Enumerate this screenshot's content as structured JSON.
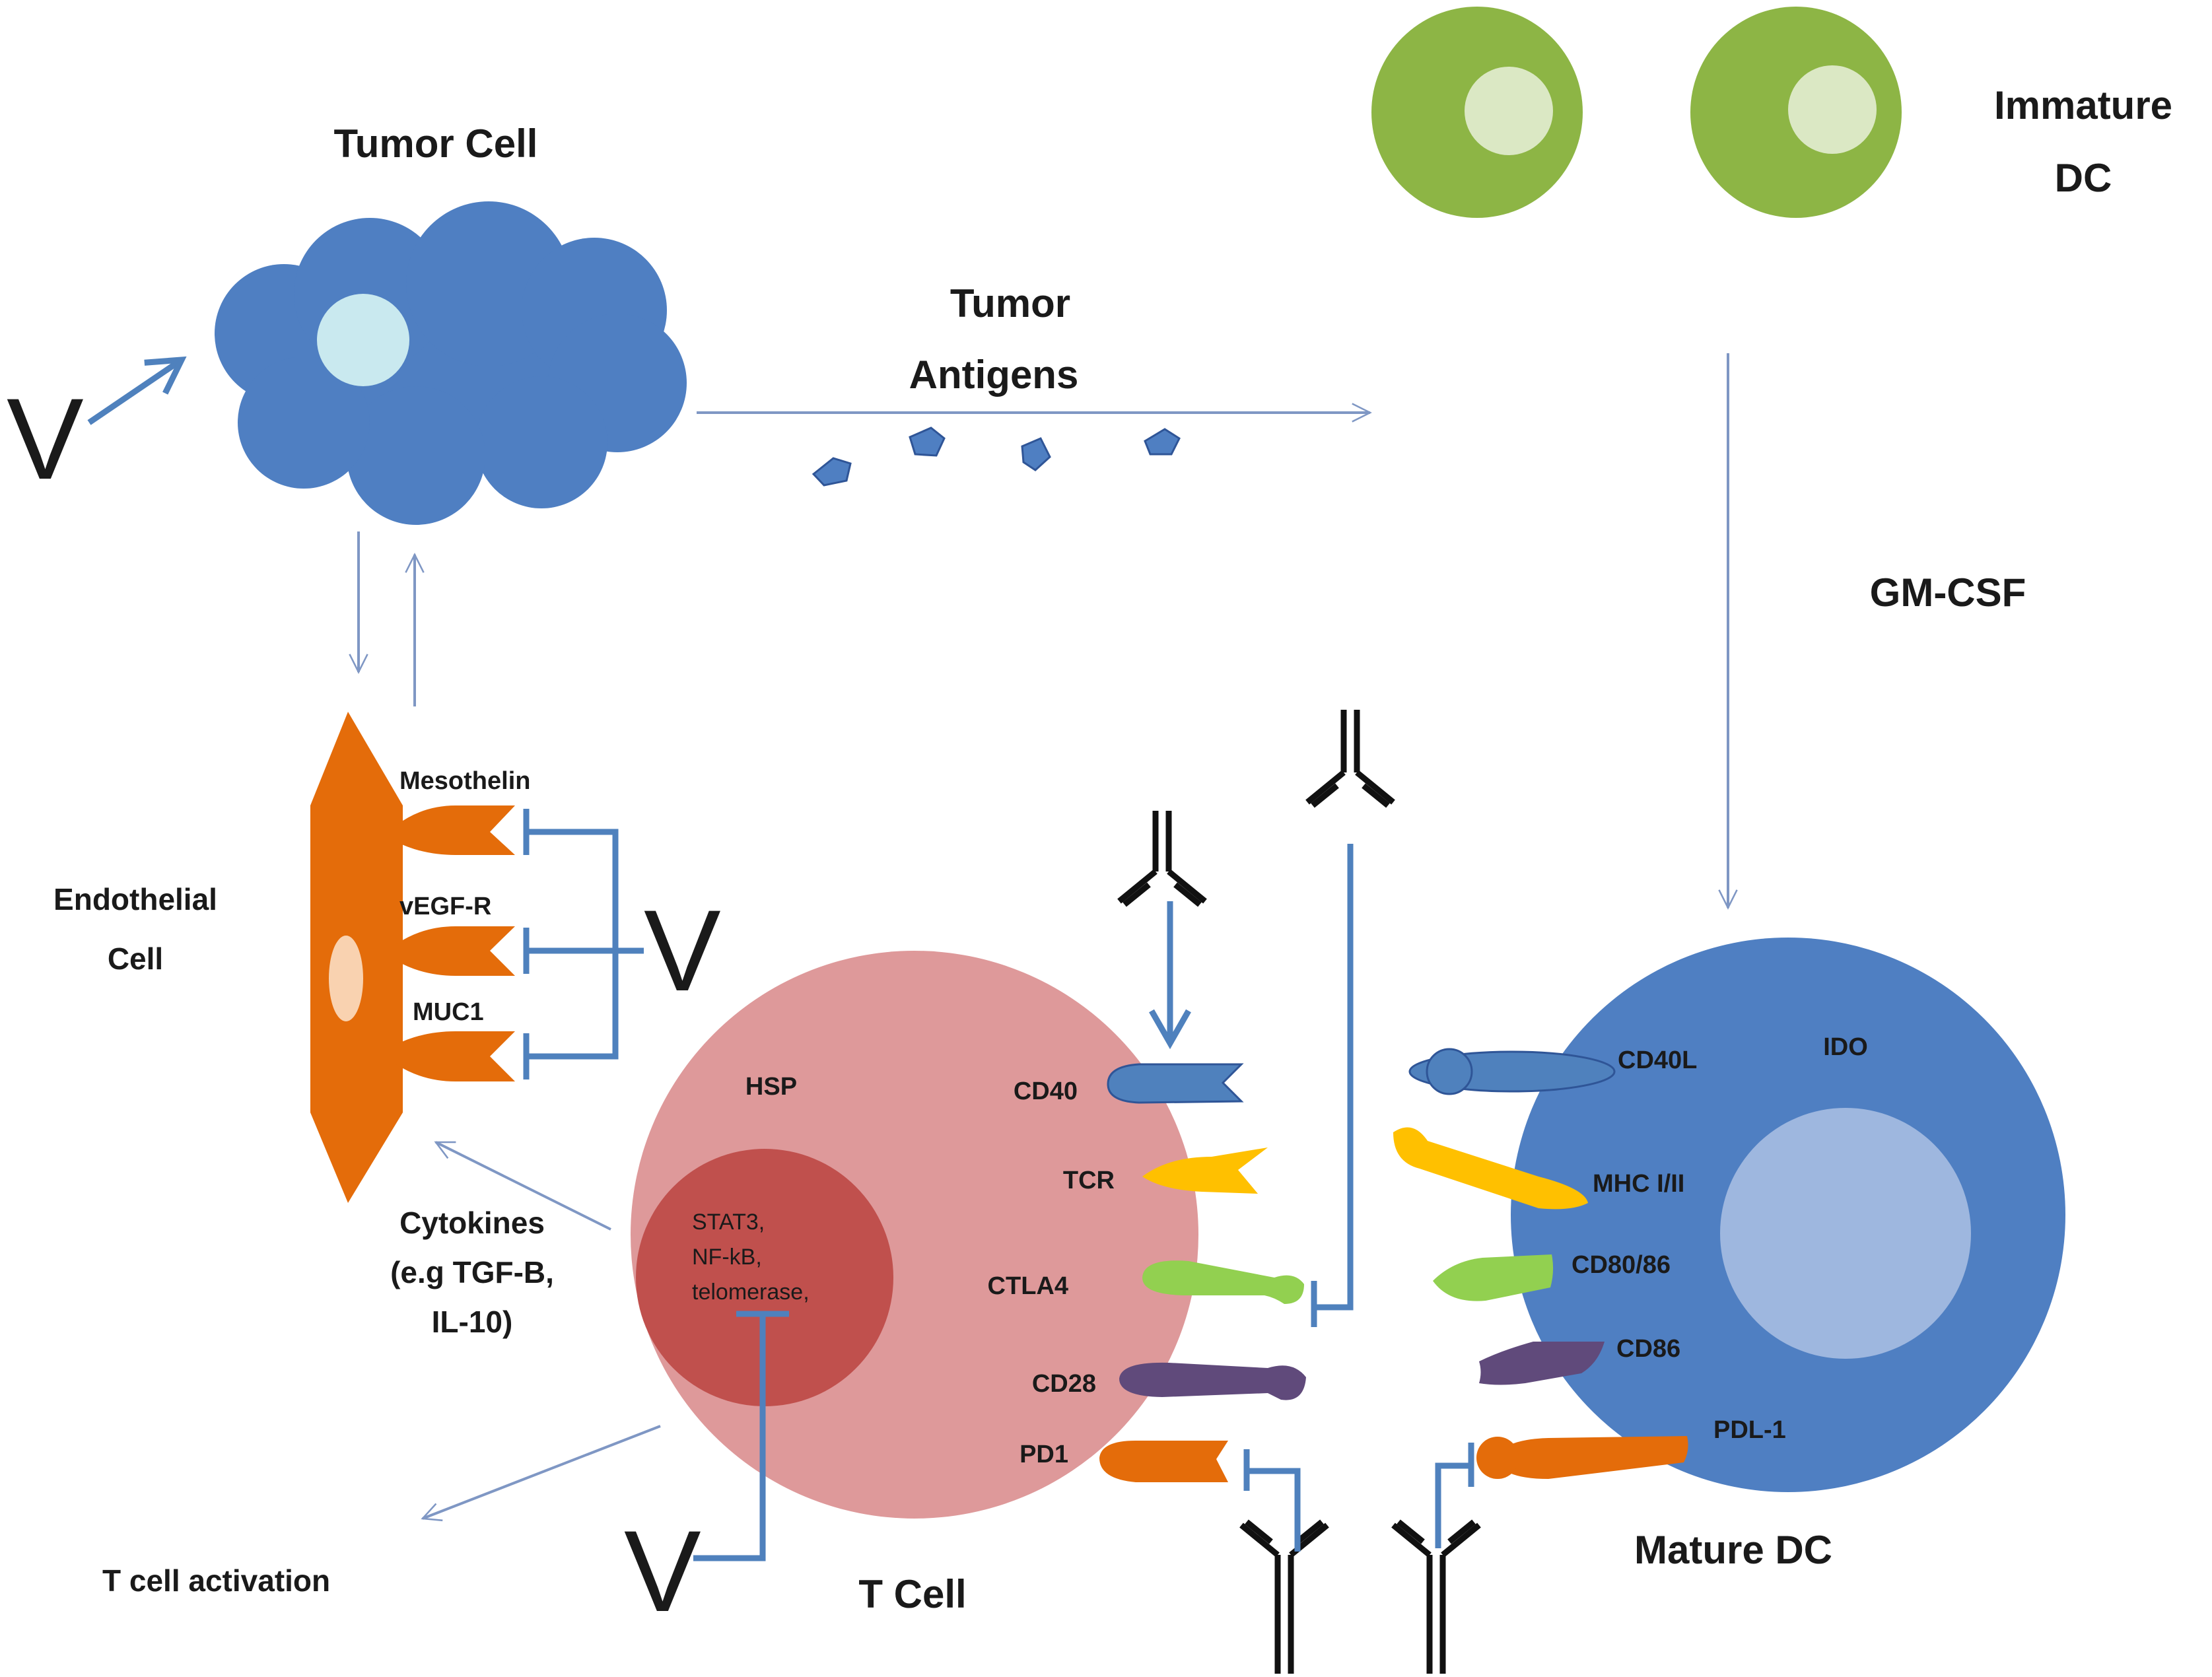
{
  "labels": {
    "tumor_cell": "Tumor Cell",
    "tumor_antigens_1": "Tumor",
    "tumor_antigens_2": "Antigens",
    "immature_dc_1": "Immature",
    "immature_dc_2": "DC",
    "gm_csf": "GM-CSF",
    "endothelial_1": "Endothelial",
    "endothelial_2": "Cell",
    "mesothelin": "Mesothelin",
    "vegf_r": "vEGF-R",
    "muc1": "MUC1",
    "cytokines_1": "Cytokines",
    "cytokines_2": "(e.g TGF-B,",
    "cytokines_3": "IL-10)",
    "t_cell_activation": "T cell activation",
    "hsp": "HSP",
    "nucleus_1": "STAT3,",
    "nucleus_2": "NF-kB,",
    "nucleus_3": "telomerase,",
    "t_cell": "T Cell",
    "cd40": "CD40",
    "tcr": "TCR",
    "ctla4": "CTLA4",
    "cd28": "CD28",
    "pd1": "PD1",
    "cd40l": "CD40L",
    "ido": "IDO",
    "mhc": "MHC I/II",
    "cd80_86": "CD80/86",
    "cd86": "CD86",
    "pdl1": "PDL-1",
    "mature_dc": "Mature DC",
    "v": "V"
  },
  "colors": {
    "tumor_blue": "#4f7fc2",
    "tumor_nucleus": "#c9e9ef",
    "immature_dc_green": "#8db545",
    "immature_dc_nucleus": "#dbe8c4",
    "endothelial_orange": "#e46c0a",
    "endothelial_nucleus": "#f9d2b0",
    "t_cell_pink": "#de999a",
    "t_cell_nucleus": "#c0504d",
    "mature_dc_blue": "#4f7fc2",
    "mature_dc_nucleus": "#9eb7df",
    "cd40_blue": "#4f81bd",
    "tcr_yellow": "#ffc000",
    "ctla4_green": "#92d050",
    "cd28_purple": "#604a7b",
    "pd1_orange": "#e46c0a",
    "inhibitor_blue": "#4f81bd",
    "antibody_black": "#111111"
  }
}
